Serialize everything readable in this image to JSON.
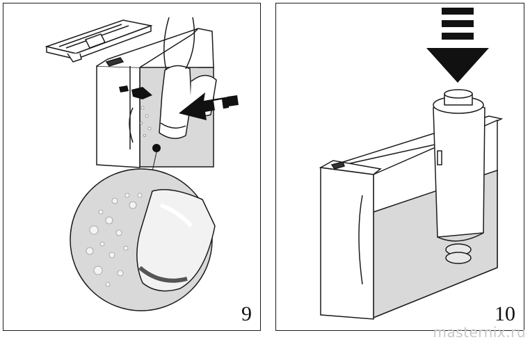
{
  "panels": [
    {
      "step": "9",
      "icon": "filter-installation-underwater-icon"
    },
    {
      "step": "10",
      "icon": "filter-inserted-in-tank-icon"
    }
  ],
  "watermark": "masternix.ru",
  "colors": {
    "stroke": "#1a1a1a",
    "water": "#d9d9d9",
    "arrow": "#111111"
  }
}
